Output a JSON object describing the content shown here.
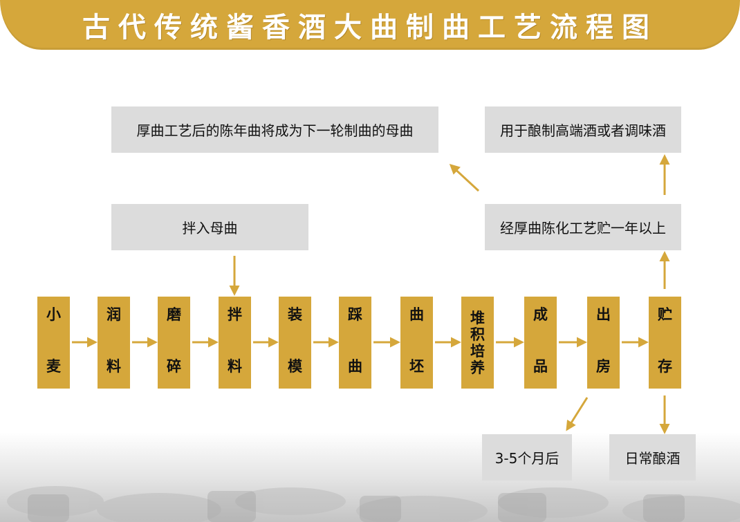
{
  "title": "古代传统酱香酒大曲制曲工艺流程图",
  "steps": [
    {
      "label": "小麦"
    },
    {
      "label": "润料"
    },
    {
      "label": "磨碎"
    },
    {
      "label": "拌料"
    },
    {
      "label": "装模"
    },
    {
      "label": "踩曲"
    },
    {
      "label": "曲坯"
    },
    {
      "label": "堆积培养"
    },
    {
      "label": "成品"
    },
    {
      "label": "出房"
    },
    {
      "label": "贮存"
    }
  ],
  "notes": {
    "add_mother_starter": "拌入母曲",
    "aged_starter": "厚曲工艺后的陈年曲将成为下一轮制曲的母曲",
    "aging_process": "经厚曲陈化工艺贮一年以上",
    "high_end_use": "用于酿制高端酒或者调味酒",
    "months": "3-5个月后",
    "daily_brewing": "日常酿酒"
  },
  "colors": {
    "gold": "#d5a73b",
    "note_bg": "#dcdcdc",
    "arrow": "#d5a73b"
  }
}
